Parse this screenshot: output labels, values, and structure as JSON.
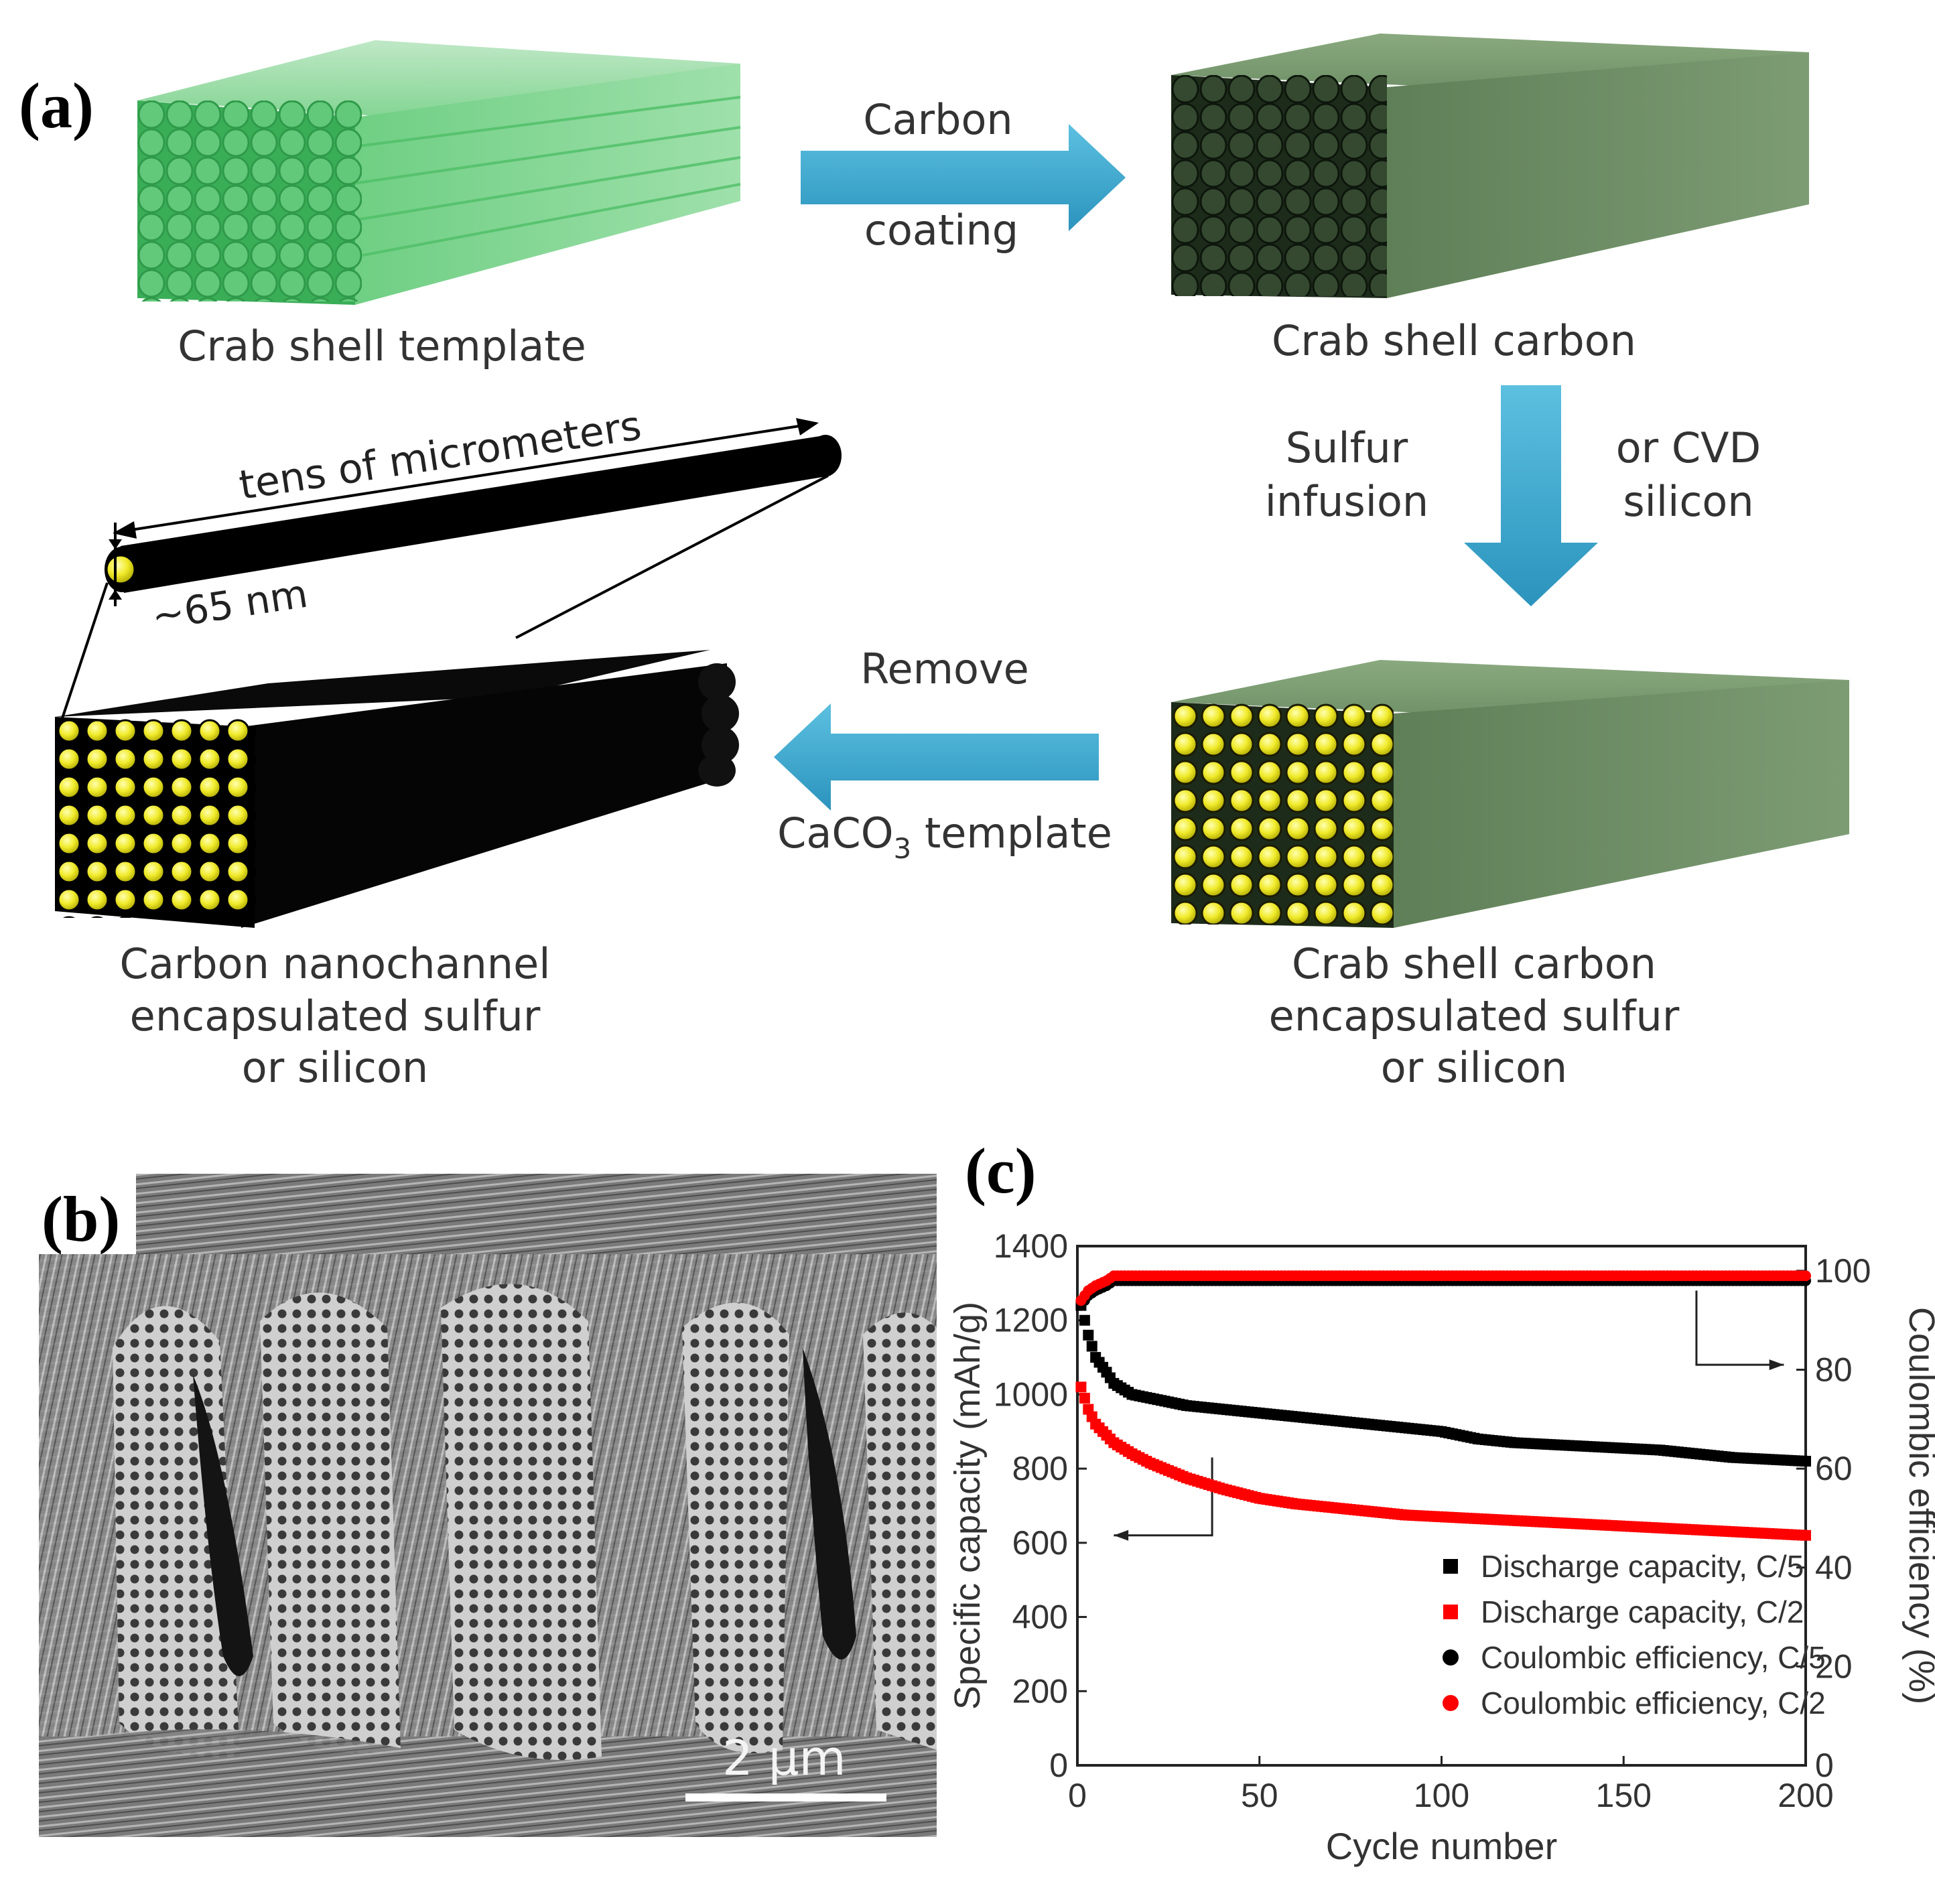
{
  "figure": {
    "panel_a": {
      "label": "(a)",
      "steps": {
        "template": "Crab shell template",
        "carbon": "Crab shell carbon",
        "encapsulated": [
          "Crab shell carbon",
          "encapsulated sulfur",
          "or silicon"
        ],
        "nanochannel": [
          "Carbon nanochannel",
          "encapsulated sulfur",
          "or silicon"
        ]
      },
      "arrows": {
        "coating_top": "Carbon",
        "coating_bottom": "coating",
        "infusion_left": [
          "Sulfur",
          "infusion"
        ],
        "infusion_right": [
          "or CVD",
          "silicon"
        ],
        "remove_top": "Remove",
        "remove_bottom_pre": "CaCO",
        "remove_bottom_sub": "3",
        "remove_bottom_post": " template"
      },
      "dimensions": {
        "length": "tens of micrometers",
        "diameter": "~65 nm"
      },
      "colors": {
        "template_green": "#7ed98f",
        "carbon_green": "#6f8f66",
        "sulfur_yellow": "#f2ee3a",
        "arrow_blue": "#3aa6cc"
      }
    },
    "panel_b": {
      "label": "(b)",
      "scale_bar": "2 μm"
    },
    "panel_c": {
      "label": "(c)"
    }
  },
  "chart_data": {
    "type": "scatter",
    "xlabel": "Cycle number",
    "ylabel": "Specific capacity (mAh/g)",
    "y2label": "Coulombic efficiency (%)",
    "xlim": [
      0,
      200
    ],
    "ylim": [
      0,
      1400
    ],
    "y2lim": [
      0,
      105
    ],
    "xticks": [
      0,
      50,
      100,
      150,
      200
    ],
    "yticks": [
      0,
      200,
      400,
      600,
      800,
      1000,
      1200,
      1400
    ],
    "y2ticks": [
      0,
      20,
      40,
      60,
      80,
      100
    ],
    "legend_position": "bottom-right",
    "series": [
      {
        "name": "Discharge capacity, C/5",
        "axis": "left",
        "marker": "square",
        "color": "#000000",
        "x": [
          1,
          3,
          5,
          8,
          10,
          15,
          20,
          25,
          30,
          40,
          50,
          60,
          70,
          80,
          90,
          100,
          110,
          120,
          130,
          140,
          150,
          160,
          170,
          180,
          190,
          200
        ],
        "y": [
          1240,
          1160,
          1100,
          1060,
          1030,
          1000,
          990,
          980,
          970,
          960,
          950,
          940,
          930,
          920,
          910,
          900,
          880,
          870,
          865,
          860,
          855,
          850,
          840,
          830,
          825,
          820
        ]
      },
      {
        "name": "Discharge capacity, C/2",
        "axis": "left",
        "marker": "square",
        "color": "#ff0000",
        "x": [
          1,
          3,
          5,
          8,
          10,
          15,
          20,
          25,
          30,
          40,
          50,
          60,
          70,
          80,
          90,
          100,
          110,
          120,
          130,
          140,
          150,
          160,
          170,
          180,
          190,
          200
        ],
        "y": [
          1020,
          960,
          920,
          890,
          870,
          840,
          815,
          795,
          775,
          745,
          720,
          705,
          695,
          685,
          675,
          670,
          665,
          660,
          655,
          650,
          645,
          640,
          635,
          630,
          625,
          620
        ]
      },
      {
        "name": "Coulombic efficiency, C/5",
        "axis": "right",
        "marker": "circle",
        "color": "#000000",
        "x": [
          1,
          3,
          5,
          8,
          10,
          15,
          20,
          30,
          40,
          50,
          60,
          70,
          80,
          90,
          100,
          110,
          120,
          130,
          140,
          150,
          160,
          170,
          180,
          190,
          200
        ],
        "y": [
          93,
          95,
          96,
          97,
          98,
          98,
          98,
          98,
          98,
          98,
          98,
          98,
          98,
          98,
          98,
          98,
          98,
          98,
          98,
          98,
          98,
          98,
          98,
          98,
          98
        ]
      },
      {
        "name": "Coulombic efficiency, C/2",
        "axis": "right",
        "marker": "circle",
        "color": "#ff0000",
        "x": [
          1,
          3,
          5,
          8,
          10,
          15,
          20,
          30,
          40,
          50,
          60,
          70,
          80,
          90,
          100,
          110,
          120,
          130,
          140,
          150,
          160,
          170,
          180,
          190,
          200
        ],
        "y": [
          94,
          96,
          97,
          98,
          99,
          99,
          99,
          99,
          99,
          99,
          99,
          99,
          99,
          99,
          99,
          99,
          99,
          99,
          99,
          99,
          99,
          99,
          99,
          99,
          99
        ]
      }
    ]
  }
}
